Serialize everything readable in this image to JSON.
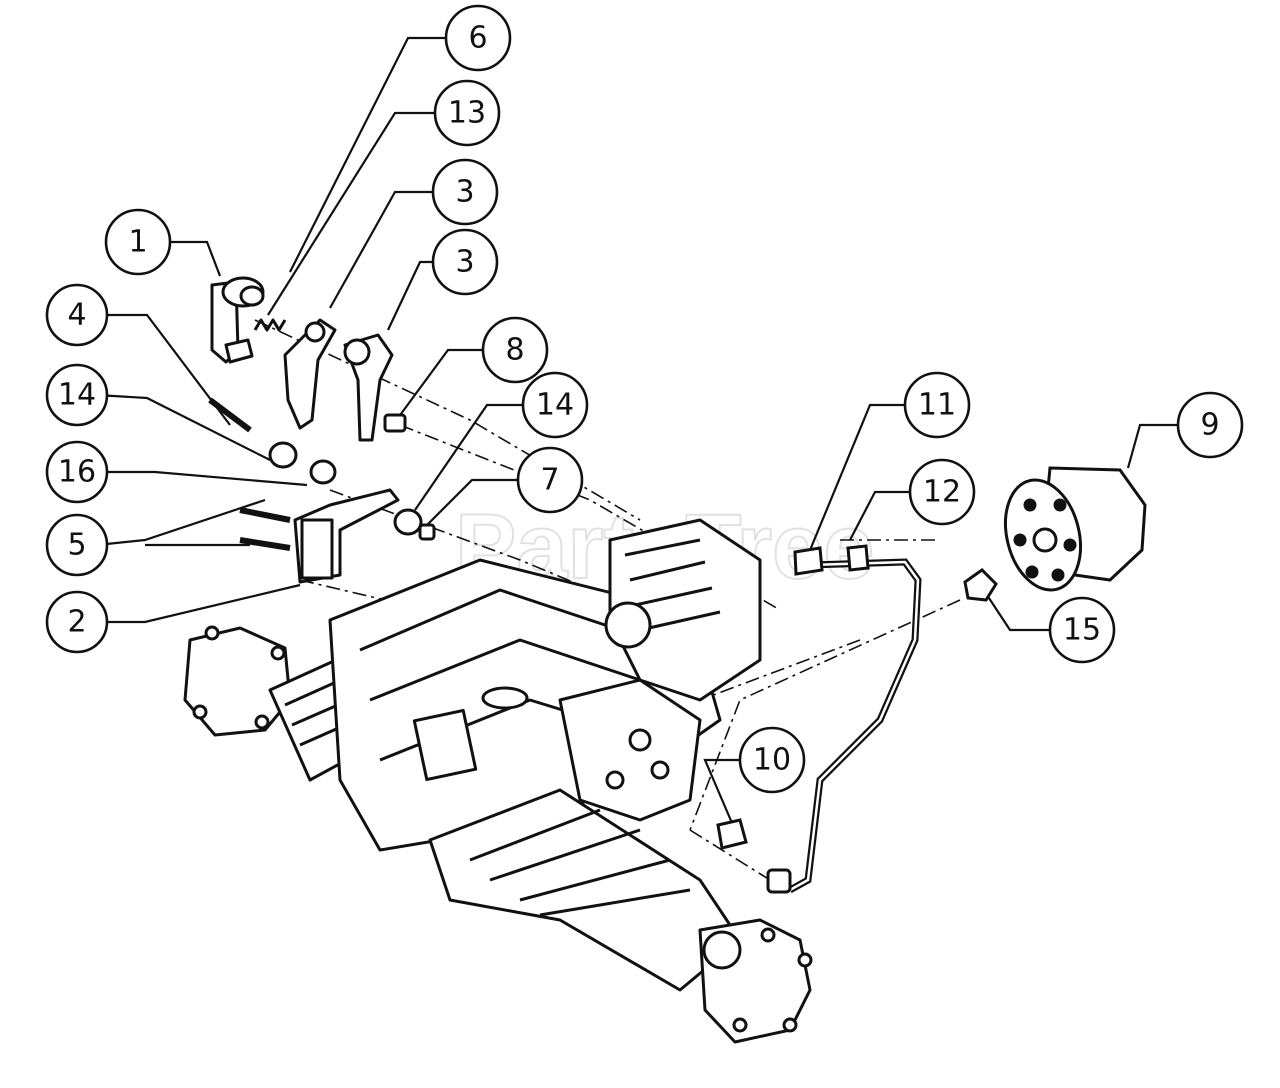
{
  "watermark": {
    "text": "PartsTree"
  },
  "callouts": [
    {
      "label": "6"
    },
    {
      "label": "13"
    },
    {
      "label": "3"
    },
    {
      "label": "1"
    },
    {
      "label": "3"
    },
    {
      "label": "4"
    },
    {
      "label": "8"
    },
    {
      "label": "14"
    },
    {
      "label": "14"
    },
    {
      "label": "11"
    },
    {
      "label": "9"
    },
    {
      "label": "16"
    },
    {
      "label": "7"
    },
    {
      "label": "12"
    },
    {
      "label": "5"
    },
    {
      "label": "15"
    },
    {
      "label": "2"
    },
    {
      "label": "10"
    }
  ]
}
